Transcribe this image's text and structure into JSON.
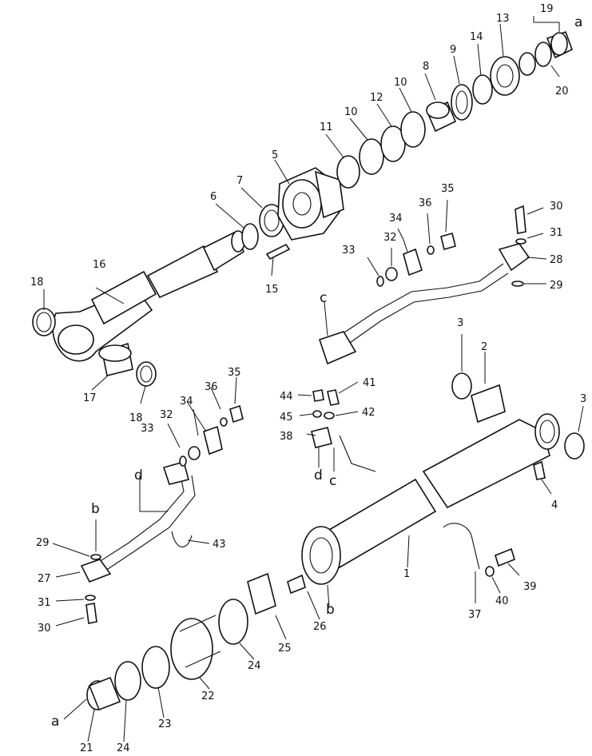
{
  "diagram": {
    "type": "exploded-parts-view",
    "callouts": [
      "1",
      "2",
      "3",
      "3",
      "4",
      "5",
      "6",
      "7",
      "8",
      "9",
      "10",
      "10",
      "11",
      "12",
      "13",
      "14",
      "15",
      "16",
      "17",
      "18",
      "18",
      "19",
      "20",
      "21",
      "22",
      "23",
      "24",
      "24",
      "25",
      "26",
      "27",
      "28",
      "29",
      "29",
      "30",
      "30",
      "31",
      "31",
      "32",
      "32",
      "33",
      "33",
      "34",
      "34",
      "35",
      "35",
      "36",
      "36",
      "37",
      "38",
      "39",
      "40",
      "41",
      "42",
      "43",
      "44",
      "45"
    ],
    "refs": [
      "a",
      "a",
      "b",
      "b",
      "c",
      "c",
      "d",
      "d"
    ]
  }
}
